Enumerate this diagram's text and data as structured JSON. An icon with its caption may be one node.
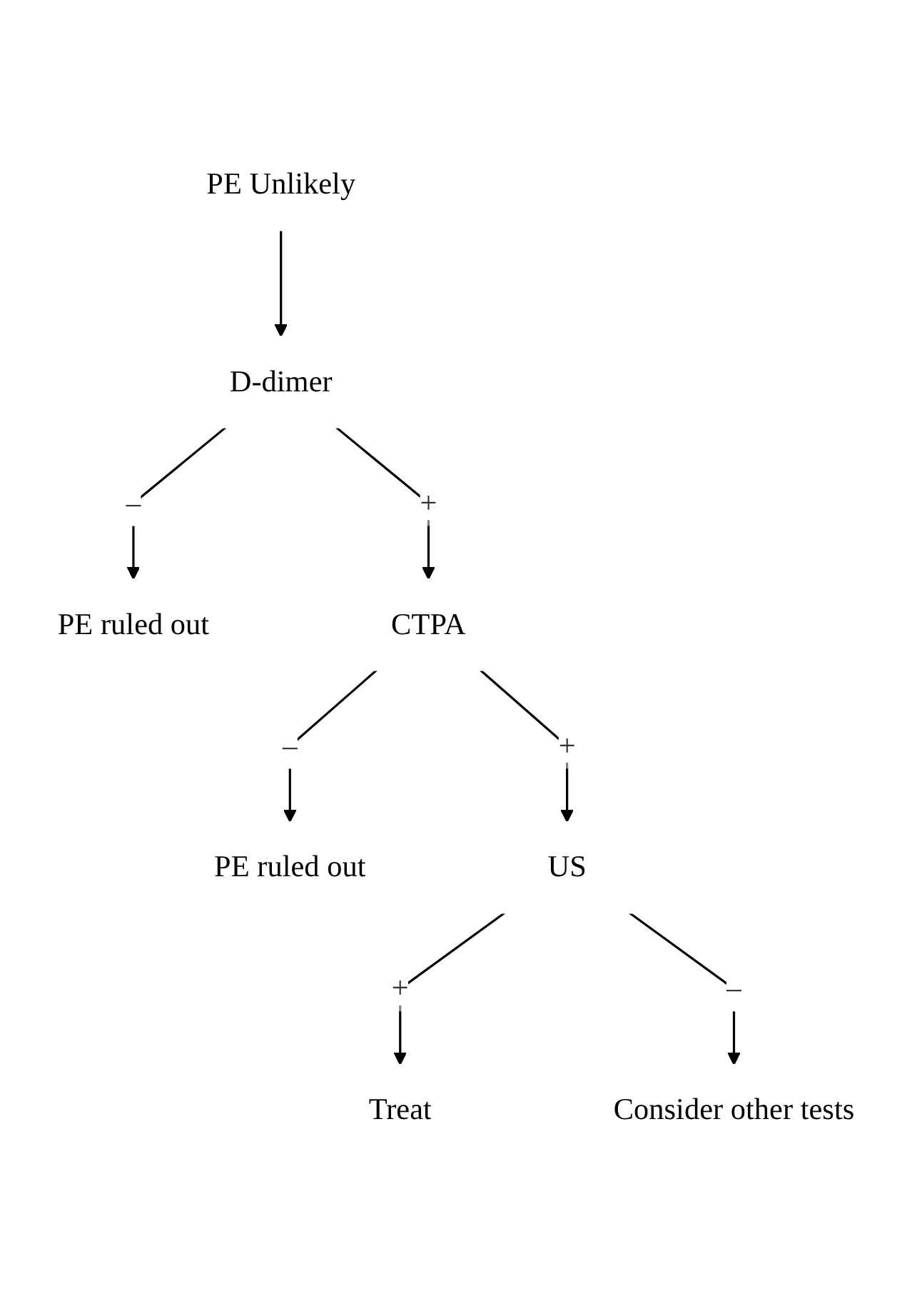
{
  "diagram": {
    "nodes": [
      {
        "text": [
          "PE Unlikely"
        ]
      },
      {
        "text": [
          "D-dimer"
        ]
      },
      {
        "text": [
          "PE ruled out"
        ]
      },
      {
        "text": [
          "CTPA"
        ]
      },
      {
        "text": [
          "PE ruled out"
        ]
      },
      {
        "text": [
          "US"
        ]
      },
      {
        "text": [
          "Treat"
        ]
      },
      {
        "text": [
          "Consider other tests"
        ]
      }
    ],
    "edges": [
      {
        "from": 0,
        "to": 1,
        "arrow": "to"
      },
      {
        "from": 1,
        "to": 2,
        "arrow": "to",
        "label": "–"
      },
      {
        "from": 1,
        "to": 3,
        "arrow": "to",
        "label": "+"
      },
      {
        "from": 3,
        "to": 4,
        "arrow": "to",
        "label": "–"
      },
      {
        "from": 3,
        "to": 5,
        "arrow": "to",
        "label": "+"
      },
      {
        "from": 5,
        "to": 6,
        "arrow": "to",
        "label": "+"
      },
      {
        "from": 5,
        "to": 7,
        "arrow": "to",
        "label": "–"
      }
    ]
  }
}
